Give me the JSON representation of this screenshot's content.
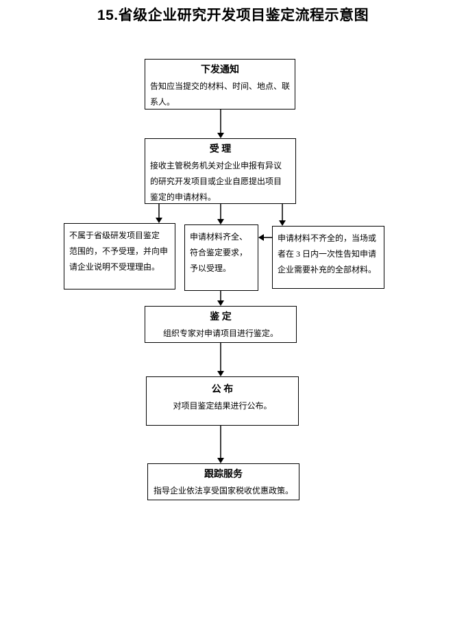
{
  "page": {
    "title": "15.省级企业研究开发项目鉴定流程示意图",
    "background_color": "#ffffff",
    "border_color": "#000000",
    "text_color": "#000000",
    "arrow_color": "#3d3d3d"
  },
  "nodes": {
    "notify": {
      "title": "下发通知",
      "body": [
        "告知应当提交的材料、时间、地点、联",
        "系人。"
      ]
    },
    "accept": {
      "title": "受 理",
      "body": [
        "接收主管税务机关对企业申报有异议",
        "的研究开发项目或企业自愿提出项目",
        "鉴定的申请材料。"
      ]
    },
    "reject": {
      "body": [
        "不属于省级研发项目鉴定",
        "范围的，不予受理，并向申",
        "请企业说明不受理理由。"
      ]
    },
    "complete": {
      "body": [
        "申请材料齐全、",
        "符合鉴定要求，",
        "予以受理。"
      ]
    },
    "incomplete": {
      "body": [
        "申请材料不齐全的，当场或",
        "者在 3 日内一次性告知申请",
        "企业需要补充的全部材料。"
      ]
    },
    "appraise": {
      "title": "鉴 定",
      "body": "组织专家对申请项目进行鉴定。"
    },
    "publish": {
      "title": "公 布",
      "body": "对项目鉴定结果进行公布。"
    },
    "followup": {
      "title": "跟踪服务",
      "body": "指导企业依法享受国家税收优惠政策。"
    }
  }
}
